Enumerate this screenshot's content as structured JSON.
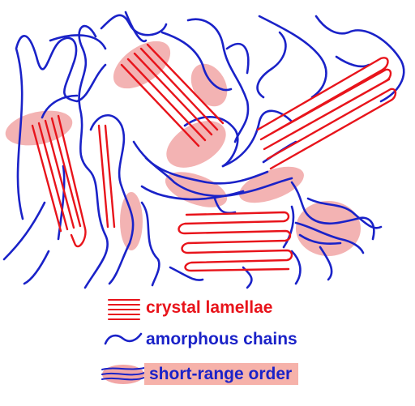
{
  "legend": {
    "crystal_label": "crystal lamellae",
    "amorphous_label": "amorphous chains",
    "order_label": "short-range order"
  },
  "colors": {
    "crystal": "#e8141b",
    "amorphous": "#1a22c8",
    "order_fill": "#f2a6a6",
    "order_label_bg": "#f6b2aa"
  }
}
